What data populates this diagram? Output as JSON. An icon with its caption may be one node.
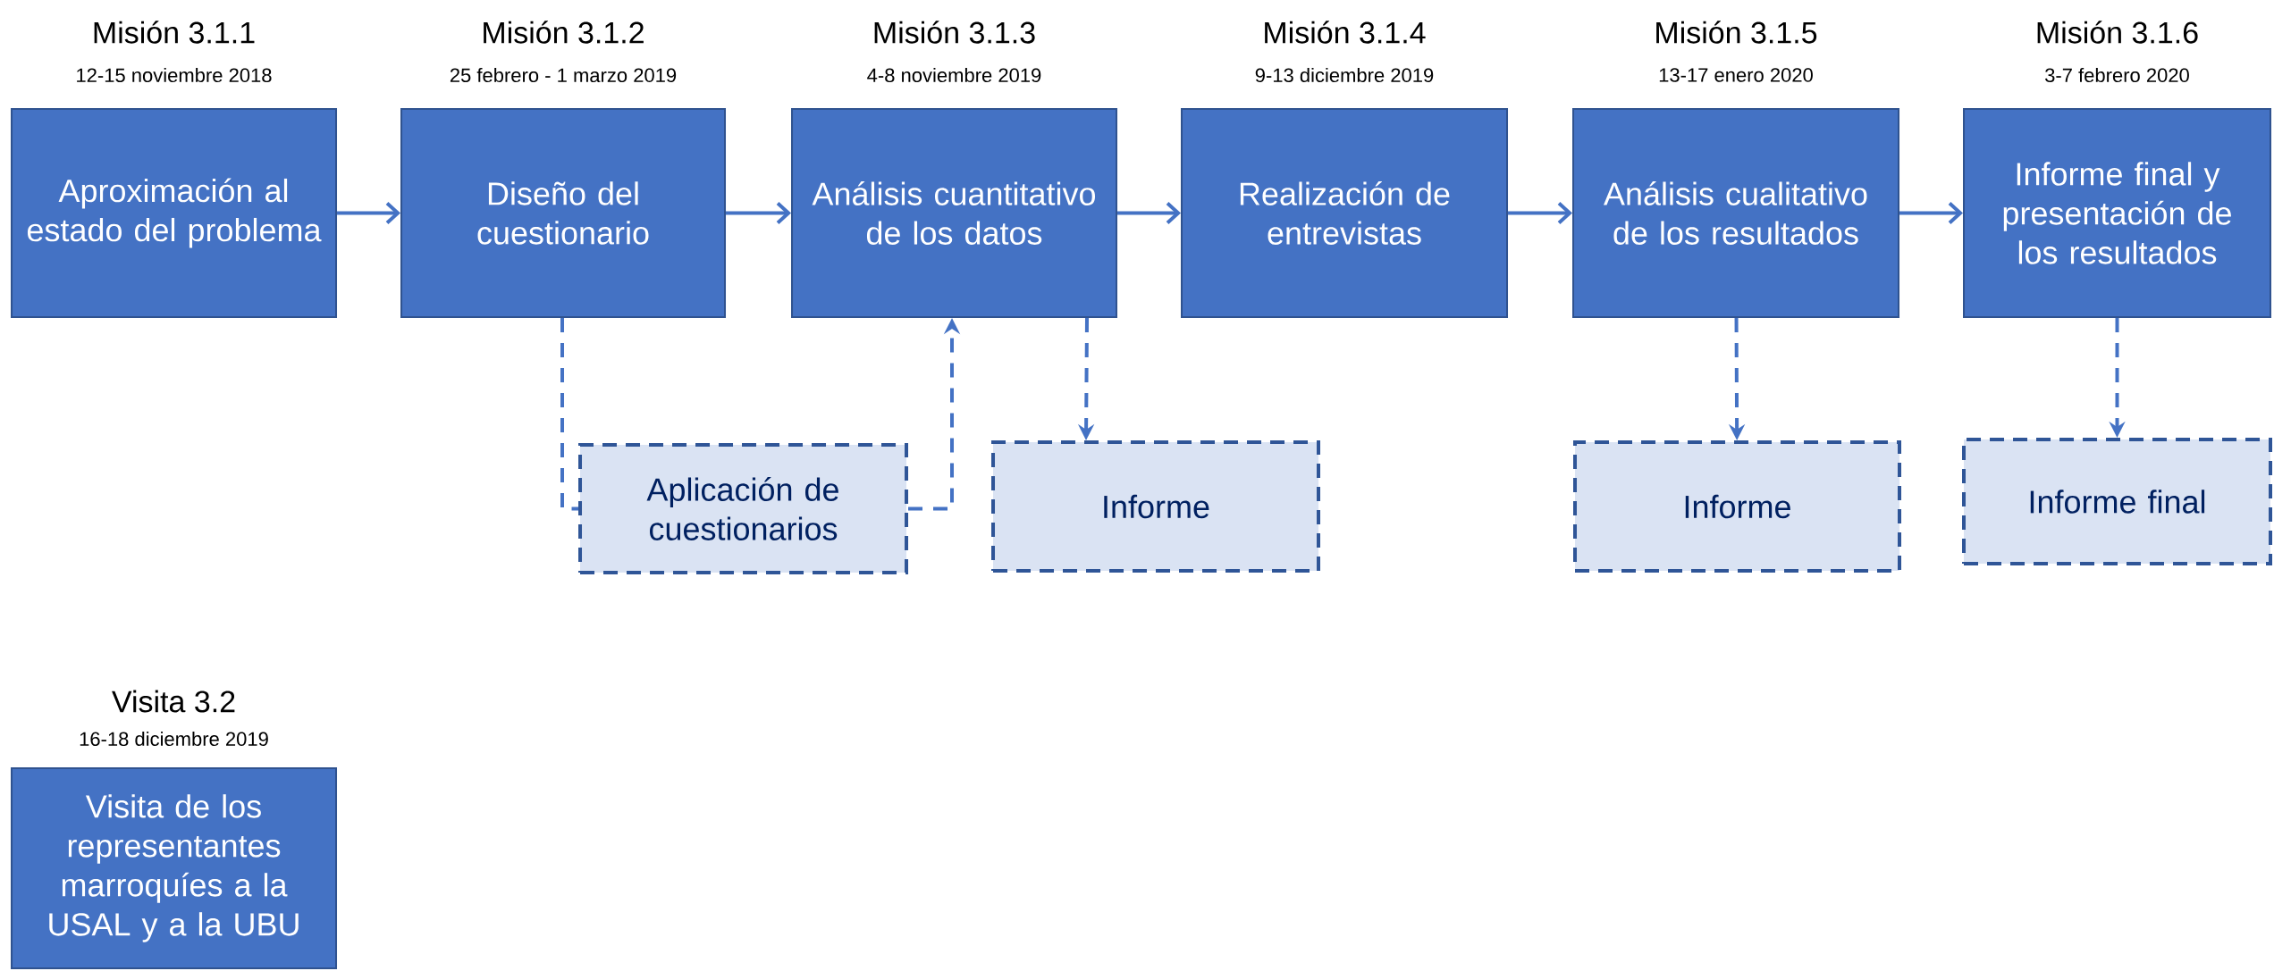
{
  "diagram": {
    "nodes": [
      {
        "text": [
          "Misión 3.1.1",
          "12-15 noviembre 2018",
          "Aproximación al estado del problema"
        ]
      },
      {
        "text": [
          "Misión 3.1.2",
          "25 febrero - 1 marzo 2019",
          "Diseño del cuestionario"
        ]
      },
      {
        "text": [
          "Misión 3.1.3",
          "4-8 noviembre 2019",
          "Análisis cuantitativo de los datos"
        ]
      },
      {
        "text": [
          "Misión 3.1.4",
          "9-13 diciembre 2019",
          "Realización de entrevistas"
        ]
      },
      {
        "text": [
          "Misión 3.1.5",
          "13-17 enero 2020",
          "Análisis cualitativo de los resultados"
        ]
      },
      {
        "text": [
          "Misión 3.1.6",
          "3-7 febrero 2020",
          "Informe final y presentación de los resultados"
        ]
      },
      {
        "text": [
          "Aplicación de cuestionarios"
        ]
      },
      {
        "text": [
          "Informe"
        ]
      },
      {
        "text": [
          "Informe"
        ]
      },
      {
        "text": [
          "Informe final"
        ]
      },
      {
        "text": [
          "Visita 3.2",
          "16-18 diciembre 2019",
          "Visita de los representantes marroquíes a la USAL y a la UBU"
        ]
      }
    ],
    "edges": [
      {
        "from": 0,
        "to": 1,
        "arrow": "to"
      },
      {
        "from": 1,
        "to": 2,
        "arrow": "to"
      },
      {
        "from": 2,
        "to": 3,
        "arrow": "to"
      },
      {
        "from": 3,
        "to": 4,
        "arrow": "to"
      },
      {
        "from": 4,
        "to": 5,
        "arrow": "to"
      },
      {
        "from": 1,
        "to": 6,
        "arrow": "none",
        "style": "dashed"
      },
      {
        "from": 6,
        "to": 2,
        "arrow": "to",
        "style": "dashed"
      },
      {
        "from": 2,
        "to": 7,
        "arrow": "to",
        "style": "dashed"
      },
      {
        "from": 4,
        "to": 8,
        "arrow": "to",
        "style": "dashed"
      },
      {
        "from": 5,
        "to": 9,
        "arrow": "to",
        "style": "dashed"
      }
    ]
  }
}
